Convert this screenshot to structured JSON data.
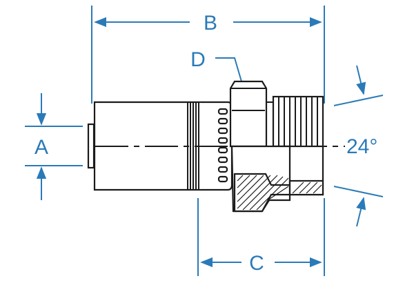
{
  "dimensions": {
    "a_label": "A",
    "b_label": "B",
    "c_label": "C",
    "d_label": "D"
  },
  "angle": {
    "value_label": "24°"
  },
  "colors": {
    "dimension": "#2a7ab8",
    "part_outline": "#1a1a1a"
  }
}
